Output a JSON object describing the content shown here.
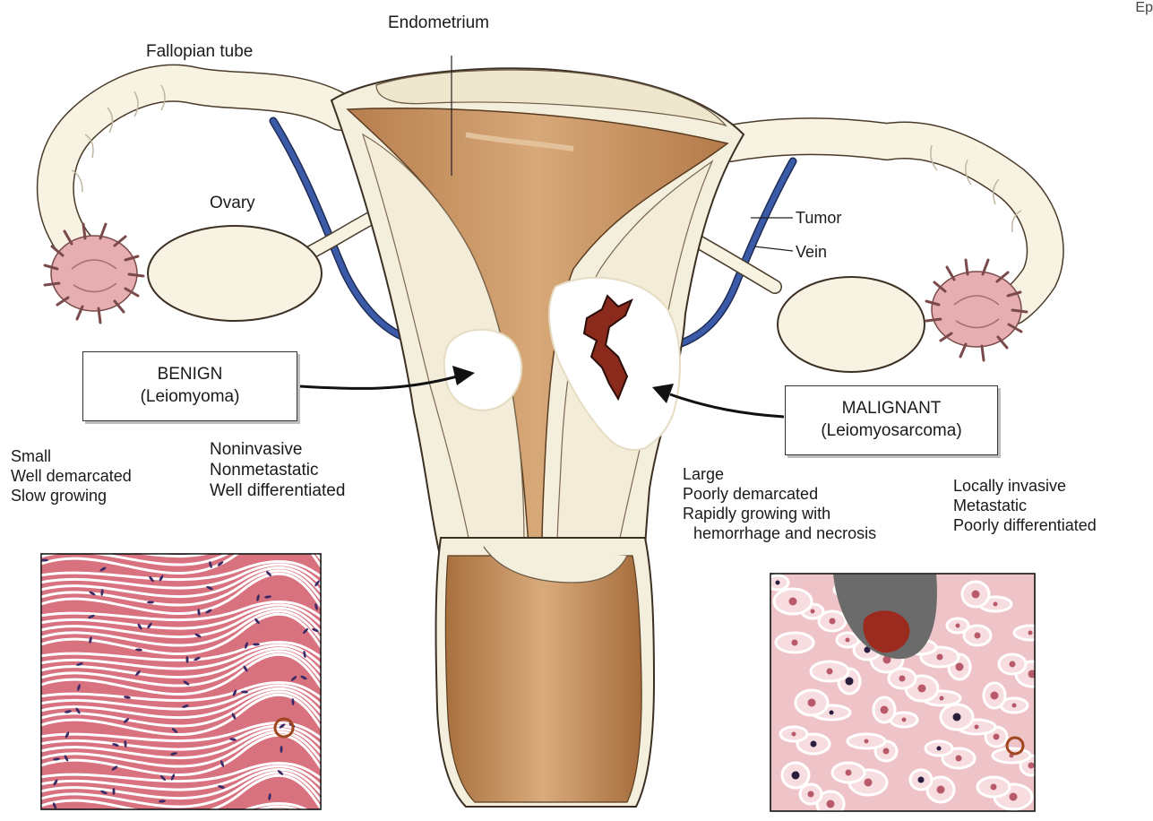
{
  "labels": {
    "endometrium": "Endometrium",
    "fallopian_tube": "Fallopian tube",
    "ovary": "Ovary",
    "tumor": "Tumor",
    "vein": "Vein"
  },
  "benign": {
    "title": "BENIGN",
    "subtitle": "(Leiomyoma)",
    "features_left": [
      "Small",
      "Well demarcated",
      "Slow growing"
    ],
    "features_right": [
      "Noninvasive",
      "Nonmetastatic",
      "Well differentiated"
    ]
  },
  "malignant": {
    "title": "MALIGNANT",
    "subtitle": "(Leiomyosarcoma)",
    "features_left": [
      "Large",
      "Poorly demarcated",
      "Rapidly growing with",
      "hemorrhage and necrosis"
    ],
    "features_right": [
      "Locally invasive",
      "Metastatic",
      "Poorly differentiated"
    ]
  },
  "corner_text": "Ep",
  "colors": {
    "uterus_wall": "#f5efdf",
    "endometrium": "#c8935f",
    "vein": "#3b5aa8",
    "fimbriae": "#e6aeb0",
    "tissue_benign": "#d8727e",
    "tissue_malignant": "#efc4c8",
    "hemorrhage": "#8a2a1d"
  }
}
